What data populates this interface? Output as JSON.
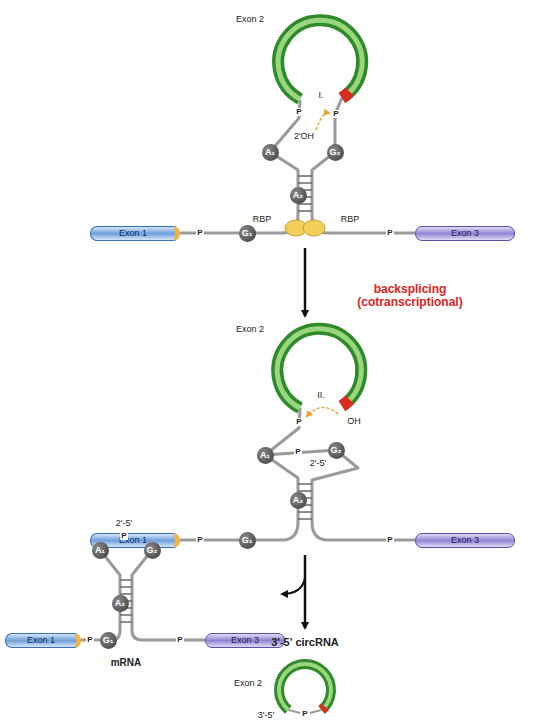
{
  "diagram": {
    "nodes": [
      {
        "text": [
          "Exon 1"
        ]
      },
      {
        "text": [
          "A₁"
        ]
      },
      {
        "text": [
          "G₂"
        ]
      },
      {
        "text": [
          "A₂"
        ]
      },
      {
        "text": [
          "G₁"
        ]
      },
      {
        "text": [
          "Exon 3"
        ]
      },
      {
        "text": [
          "Exon 1"
        ]
      },
      {
        "text": [
          "A₁"
        ]
      },
      {
        "text": [
          "G₂"
        ]
      },
      {
        "text": [
          "A₂"
        ]
      },
      {
        "text": [
          "G₁"
        ]
      },
      {
        "text": [
          "Exon 3"
        ]
      },
      {
        "text": [
          "Exon 1"
        ]
      },
      {
        "text": [
          "A₁"
        ]
      },
      {
        "text": [
          "G₂"
        ]
      },
      {
        "text": [
          "A₂"
        ]
      },
      {
        "text": [
          "G₁"
        ]
      },
      {
        "text": [
          "Exon 3"
        ]
      }
    ],
    "labels": [
      "Exon 2",
      "RBP",
      "RBP",
      "2'OH",
      "I.",
      "P",
      "P",
      "P",
      "P",
      "backsplicing (cotranscriptional)",
      "Exon 2",
      "II.",
      "OH",
      "P",
      "P",
      "2'-5'",
      "P",
      "P",
      "P",
      "2'-5'",
      "P",
      "P",
      "mRNA",
      "3'-5' circRNA",
      "Exon 2",
      "P",
      "3'-5'"
    ]
  }
}
